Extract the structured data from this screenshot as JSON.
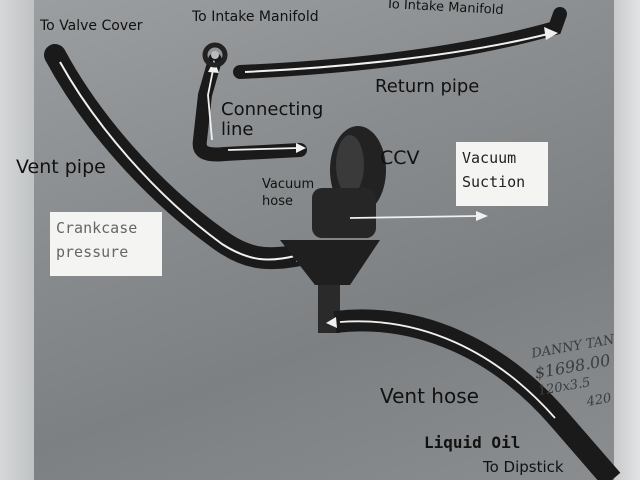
{
  "labels": {
    "to_valve_cover": "To Valve Cover",
    "to_intake_manifold_1": "To Intake Manifold",
    "to_intake_manifold_2": "To Intake Manifold",
    "connecting_line_1": "Connecting",
    "connecting_line_2": "line",
    "return_pipe": "Return pipe",
    "vent_pipe": "Vent pipe",
    "ccv": "CCV",
    "vacuum_hose_1": "Vacuum",
    "vacuum_hose_2": "hose",
    "vent_hose": "Vent hose",
    "liquid_oil": "Liquid Oil",
    "to_dipstick": "To Dipstick"
  },
  "callouts": {
    "vacuum_suction_1": "Vacuum",
    "vacuum_suction_2": "Suction",
    "crankcase_pressure_1": "Crankcase",
    "crankcase_pressure_2": "pressure"
  },
  "handwriting": {
    "line1": "DANNY TAN",
    "line2": "$1698.00",
    "line3": "120x3.5",
    "line4": "420"
  },
  "colors": {
    "hose": "#1c1c1c",
    "arrow": "#f2f2f2",
    "callout_bg": "#f4f4f2"
  }
}
